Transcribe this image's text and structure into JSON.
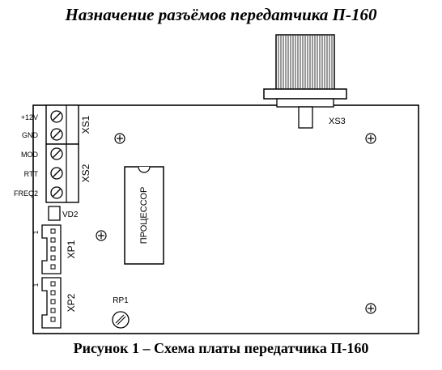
{
  "title": "Назначение разъёмов передатчика П-160",
  "caption": "Рисунок 1 – Схема платы передатчика П-160",
  "pin_labels": [
    "+12V",
    "GND",
    "MOD",
    "RTT",
    "FREQ2"
  ],
  "connectors": {
    "xs1": "XS1",
    "xs2": "XS2",
    "xs3": "XS3",
    "xp1": "XP1",
    "xp2": "XP2",
    "vd2": "VD2",
    "rp1": "RP1",
    "pin1_xp1": "1",
    "pin1_xp2": "1"
  },
  "processor": "ПРОЦЕССОР"
}
